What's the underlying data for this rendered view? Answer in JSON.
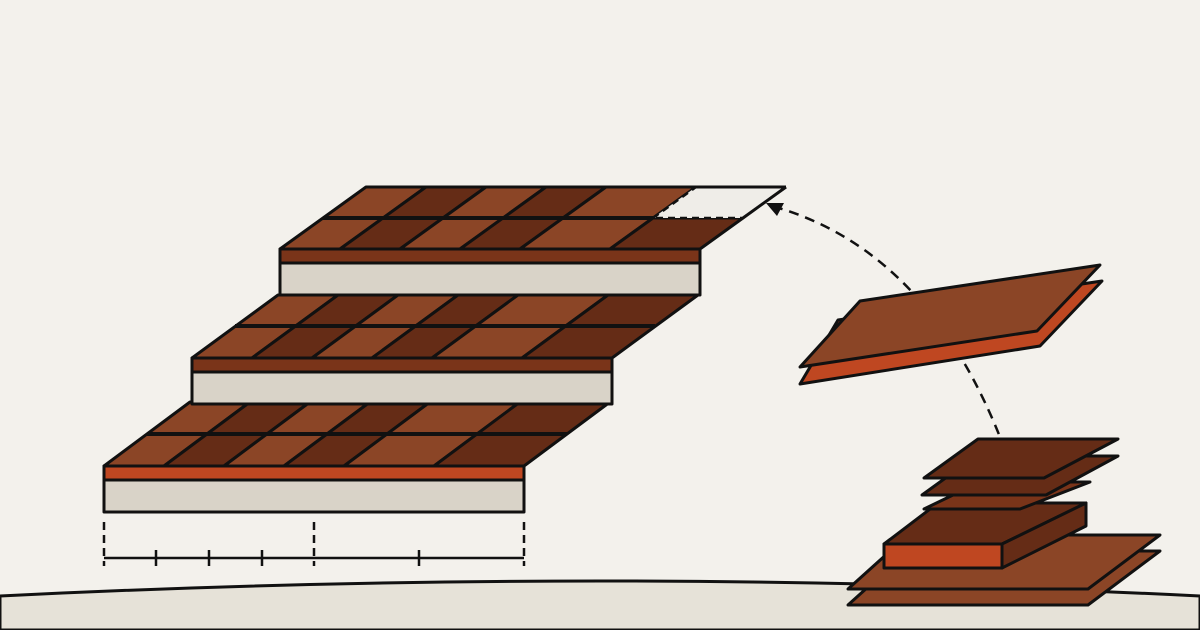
{
  "colors": {
    "background": "#f3f1ec",
    "ground": "#e6e2d8",
    "outline": "#111111",
    "brown_light": "#8b4526",
    "brown_dark": "#652c16",
    "brown_side": "#7a3419",
    "orange": "#bf4721",
    "cream": "#d9d3c8",
    "empty_cell": "#efede8"
  },
  "diagram": {
    "tiers": 3,
    "scale_ticks": 7,
    "arrow_style": "dashed",
    "missing_piece": "top-right"
  }
}
